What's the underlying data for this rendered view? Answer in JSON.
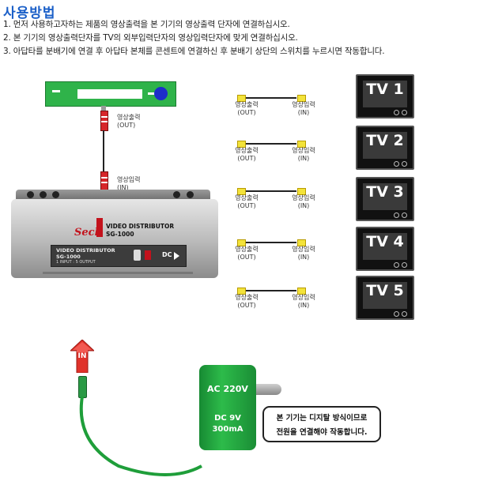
{
  "title": "사용방법",
  "instructions": [
    "1. 먼저 사용하고자하는 제품의 영상출력을 본 기기의 영상출력 단자에 연결하십시오.",
    "2. 본 기기의 영상출력단자를 TV의 외부입력단자의 영상입력단자에 맞게 연결하십시오.",
    "3. 아답타를 분배기에 연결 후 아답타 본체를 콘센트에 연결하신 후 분배기 상단의 스위치를 누르시면 작동합니다."
  ],
  "source": {
    "out_label": "영상출력",
    "out_sub": "(OUT)",
    "in_label": "영상입력",
    "in_sub": "(IN)"
  },
  "device": {
    "brand": "Sech",
    "name": "VIDEO DISTRIBUTOR",
    "model": "SG-1000",
    "panel_name": "VIDEO DISTRIBUTOR",
    "panel_model": "SG-1000",
    "panel_io": "1 INPUT : 5 OUTPUT",
    "dc_label": "DC"
  },
  "outputs": [
    {
      "out_label": "영상출력",
      "out_sub": "(OUT)",
      "in_label": "영상입력",
      "in_sub": "(IN)",
      "tv": "TV 1"
    },
    {
      "out_label": "영상출력",
      "out_sub": "(OUT)",
      "in_label": "영상입력",
      "in_sub": "(IN)",
      "tv": "TV 2"
    },
    {
      "out_label": "영상출력",
      "out_sub": "(OUT)",
      "in_label": "영상입력",
      "in_sub": "(IN)",
      "tv": "TV 3"
    },
    {
      "out_label": "영상출력",
      "out_sub": "(OUT)",
      "in_label": "영상입력",
      "in_sub": "(IN)",
      "tv": "TV 4"
    },
    {
      "out_label": "영상출력",
      "out_sub": "(OUT)",
      "in_label": "영상입력",
      "in_sub": "(IN)",
      "tv": "TV 5"
    }
  ],
  "adapter": {
    "in_label": "IN",
    "ac": "AC 220V",
    "dc": "DC 9V",
    "ma": "300mA",
    "note_line1": "본 기기는 디지탈 방식이므로",
    "note_line2": "전원을 연결해야 작동합니다."
  },
  "colors": {
    "title": "#1a5fc8",
    "source_device": "#2fb34a",
    "adapter": "#1f9e3a",
    "arrow": "#e0322a",
    "plug_yellow": "#f3e33a",
    "tv_body": "#111111"
  }
}
